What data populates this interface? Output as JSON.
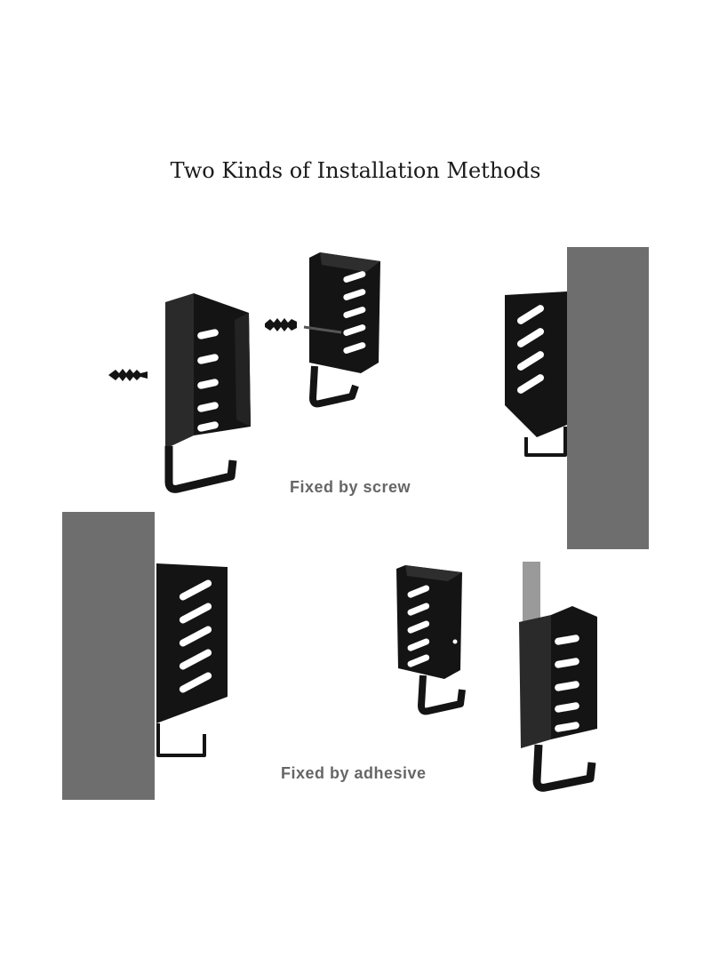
{
  "title": "Two Kinds of Installation Methods",
  "captions": {
    "screw": "Fixed by screw",
    "adhesive": "Fixed by adhesive"
  },
  "colors": {
    "holder": "#141414",
    "holder_side": "#2a2a2a",
    "wall": "#6e6e6e",
    "adhesive_strip": "#9a9a9a",
    "caption": "#666666"
  }
}
